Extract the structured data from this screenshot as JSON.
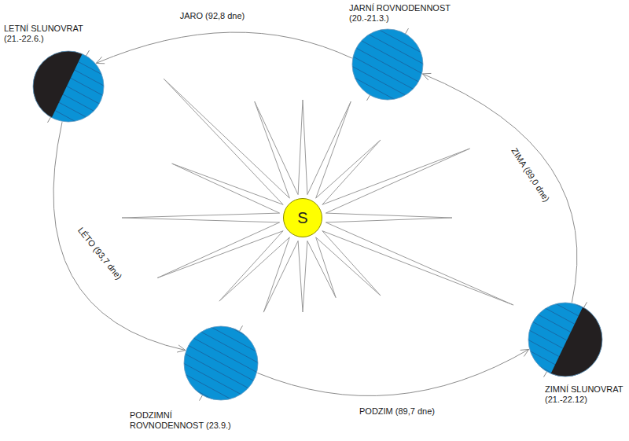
{
  "diagram": {
    "nodes": [
      {
        "text": [
          "LETNÍ SLUNOVRAT (21.-22.6.)"
        ]
      },
      {
        "text": [
          "JARNÍ ROVNODENNOST (20.-21.3.)"
        ]
      },
      {
        "text": [
          "S"
        ]
      },
      {
        "text": [
          "PODZIMNÍ ROVNODENNOST (23.9.)"
        ]
      },
      {
        "text": [
          "ZIMNÍ SLUNOVRAT (21.-22.12)"
        ]
      }
    ],
    "edges": [
      {
        "from": 1,
        "to": 0,
        "arrow": "to",
        "label": "JARO (92,8 dne)"
      },
      {
        "from": 0,
        "to": 3,
        "arrow": "to",
        "label": "LÉTO (93,7 dne)"
      },
      {
        "from": 3,
        "to": 4,
        "arrow": "to",
        "label": "PODZIM (89,7 dne)"
      },
      {
        "from": 4,
        "to": 1,
        "arrow": "to",
        "label": "ZIMA (89,0 dne)"
      }
    ]
  }
}
